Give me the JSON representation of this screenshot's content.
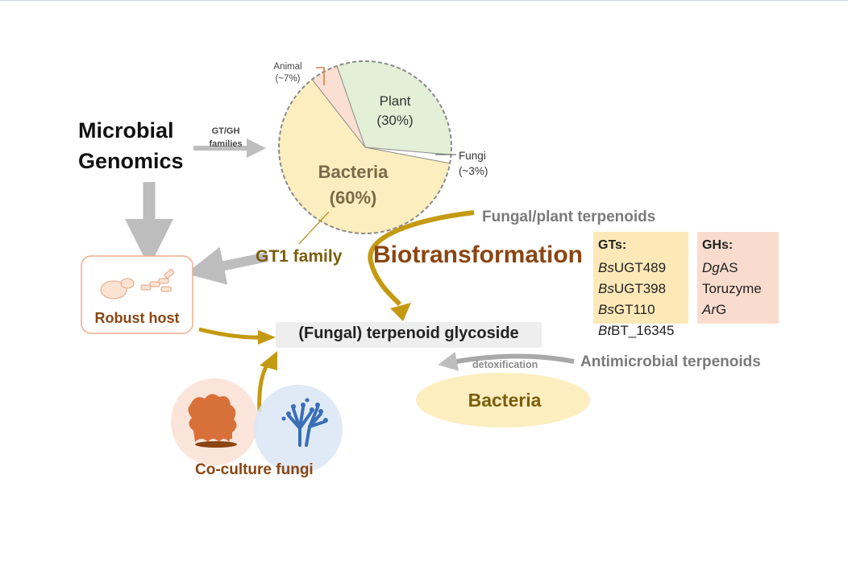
{
  "labels": {
    "microbial_genomics_line1": "Microbial",
    "microbial_genomics_line2": "Genomics",
    "gt_gh_line1": "GT/GH",
    "gt_gh_line2": "families",
    "gt1_family": "GT1 family",
    "biotransformation": "Biotransformation",
    "fungal_plant_terpenoids": "Fungal/plant terpenoids",
    "robust_host": "Robust host",
    "glycoside": "(Fungal) terpenoid glycoside",
    "detoxification": "detoxification",
    "antimicrobial_terpenoids": "Antimicrobial terpenoids",
    "bacteria_oval": "Bacteria",
    "co_culture_fungi": "Co-culture fungi"
  },
  "pie": {
    "slices": [
      {
        "label": "Bacteria",
        "pct_label": "(60%)",
        "value": 60,
        "color": "#fdeebf"
      },
      {
        "label": "Animal",
        "pct_label": "(~7%)",
        "value": 7,
        "color": "#fadfd2"
      },
      {
        "label": "Plant",
        "pct_label": "(30%)",
        "value": 30,
        "color": "#e3efd6"
      },
      {
        "label": "Fungi",
        "pct_label": "(~3%)",
        "value": 3,
        "color": "#ffffff"
      }
    ]
  },
  "gts": {
    "title": "GTs:",
    "items": [
      {
        "prefix": "Bs",
        "rest": "UGT489"
      },
      {
        "prefix": "Bs",
        "rest": "UGT398"
      },
      {
        "prefix": "Bs",
        "rest": "GT110"
      },
      {
        "prefix": "Bt",
        "rest": "BT_16345"
      }
    ]
  },
  "ghs": {
    "title": "GHs:",
    "items": [
      {
        "prefix": "Dg",
        "rest": "AS"
      },
      {
        "prefix": "",
        "rest": "Toruzyme"
      },
      {
        "prefix": "Ar",
        "rest": "G"
      }
    ]
  },
  "colors": {
    "gold_arrow": "#c49a12",
    "gray_arrow": "#bdbdbd",
    "brown_text": "#8a4512",
    "olive_text": "#7a5e0c",
    "gray_text": "#7a7a7a"
  }
}
